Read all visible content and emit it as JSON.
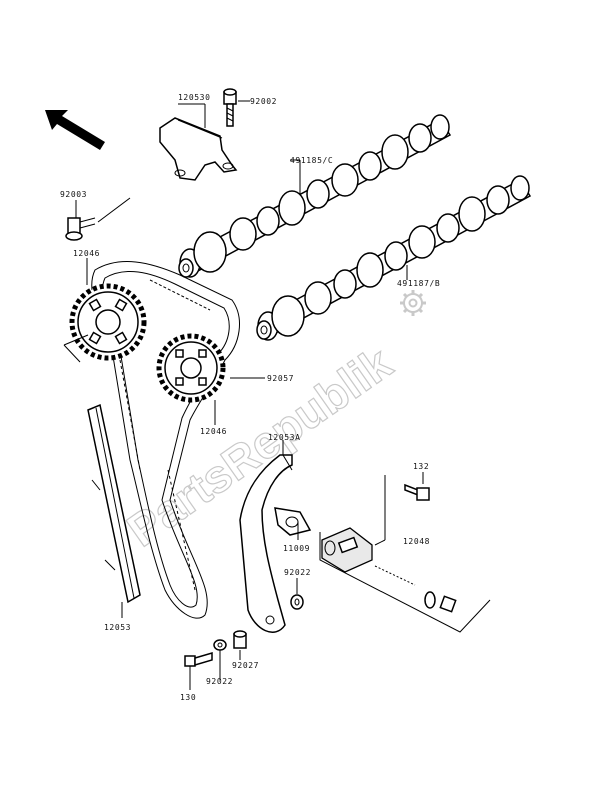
{
  "watermark": "PartsRepublik",
  "parts": {
    "p120530": "120530",
    "p92002": "92002",
    "p491185": "491185/C",
    "p92003": "92003",
    "p12046a": "12046",
    "p491187": "491187/B",
    "p92057": "92057",
    "p12046b": "12046",
    "p12053a": "12053A",
    "p132": "132",
    "p11009": "11009",
    "p12048": "12048",
    "p92022a": "92022",
    "p12053": "12053",
    "p92027": "92027",
    "p92022b": "92022",
    "p130": "130"
  }
}
